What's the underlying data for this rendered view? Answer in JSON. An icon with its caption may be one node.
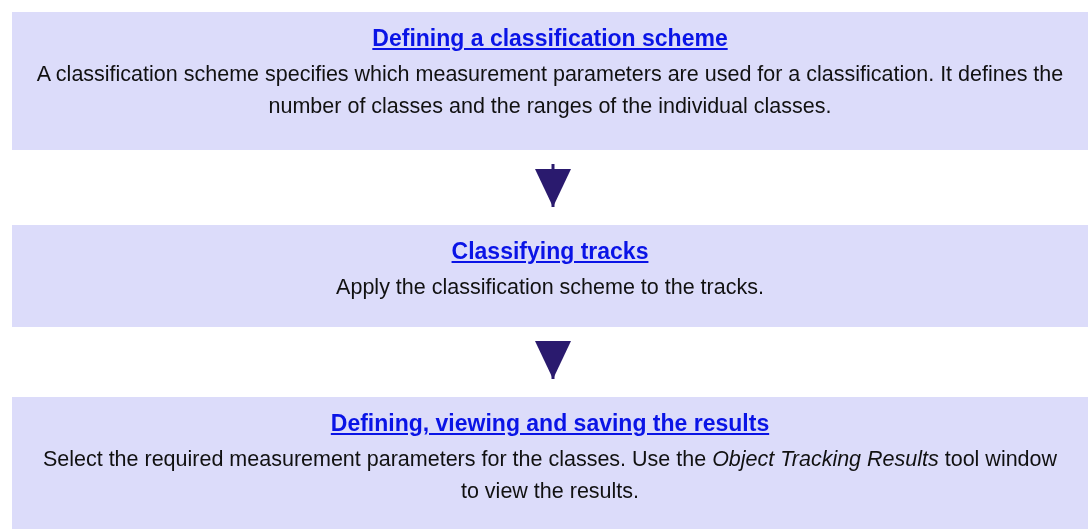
{
  "diagram": {
    "nodes": [
      {
        "text": [
          "Defining a classification scheme",
          "A classification scheme specifies which measurement parameters are used for a classification. It defines the number of classes and the ranges of the individual classes."
        ]
      },
      {
        "text": [
          "Classifying tracks",
          "Apply the classification scheme to the tracks."
        ]
      },
      {
        "text": [
          "Defining, viewing and saving the results",
          "Select the required measurement parameters for the classes. Use the *Object Tracking Results* tool window to view the results."
        ]
      }
    ],
    "edges": [
      {
        "from": 0,
        "to": 1,
        "arrow": "to"
      },
      {
        "from": 1,
        "to": 2,
        "arrow": "to"
      }
    ]
  }
}
